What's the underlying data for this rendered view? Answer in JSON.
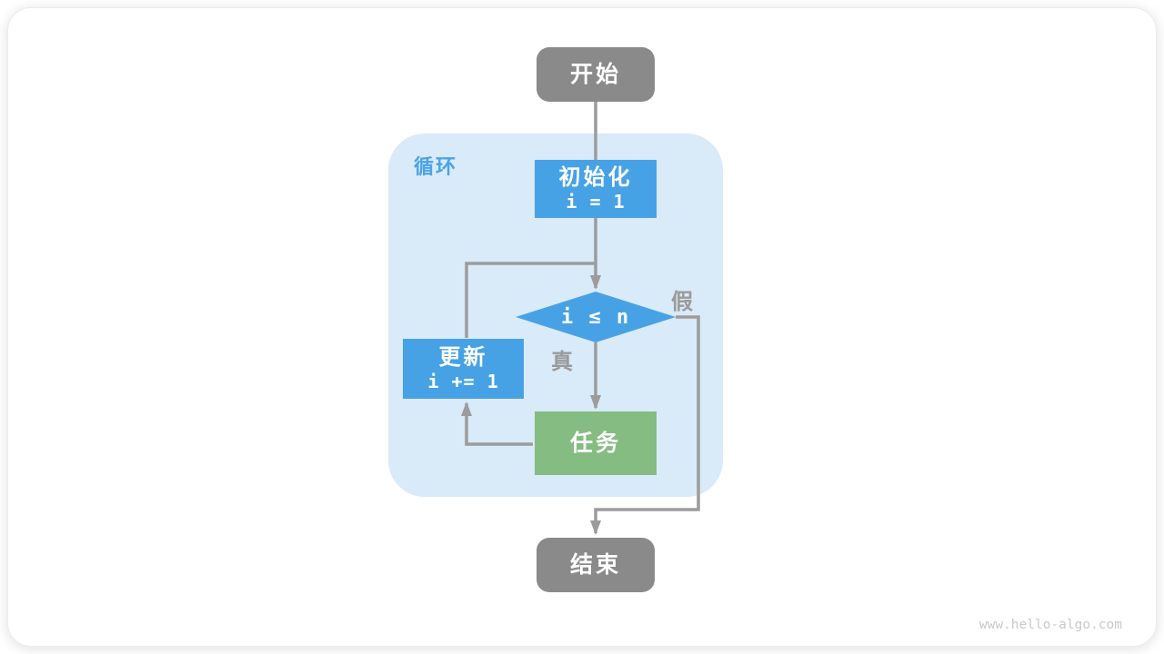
{
  "page": {
    "watermark": "www.hello-algo.com"
  },
  "diagram": {
    "type": "flowchart",
    "loop_label": "循环",
    "nodes": {
      "start": {
        "label": "开始"
      },
      "init": {
        "title": "初始化",
        "code": "i = 1"
      },
      "condition": {
        "label": "i ≤ n"
      },
      "update": {
        "title": "更新",
        "code": "i += 1"
      },
      "task": {
        "label": "任务"
      },
      "end": {
        "label": "结束"
      }
    },
    "edges": {
      "true_label": "真",
      "false_label": "假"
    },
    "colors": {
      "terminal_gray": "#8a8a8a",
      "process_blue": "#47a2e5",
      "task_green": "#85bc82",
      "loop_background": "#d9eaf8",
      "loop_label_blue": "#4aa3e8",
      "connector_gray": "#9c9c9c",
      "branch_label_gray": "#9a9a9a"
    }
  }
}
